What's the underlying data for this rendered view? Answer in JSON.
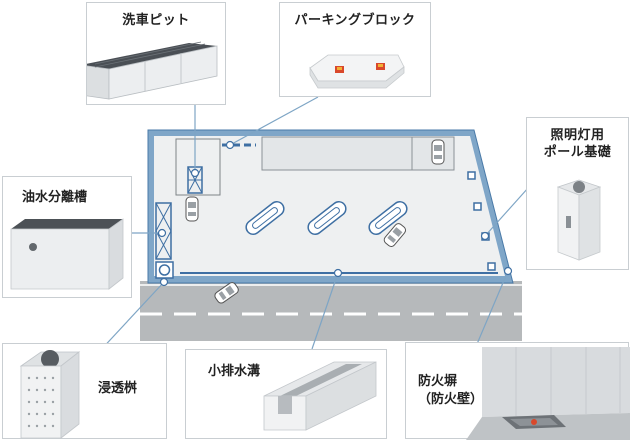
{
  "cards": {
    "car_wash_pit": "洗車ピット",
    "parking_block": "パーキングブロック",
    "light_pole_foundation": "照明灯用\nポール基礎",
    "oil_separator": "油水分離槽",
    "infiltration_basin": "浸透桝",
    "small_drainage": "小排水溝",
    "fire_wall": "防火塀\n（防火壁）"
  },
  "colors": {
    "site_fill": "#eef0f1",
    "site_border": "#7fa6c8",
    "site_border_inner": "#4a7aa8",
    "road": "#b6b9bb",
    "leader": "#7ea5c5",
    "equipment_blue": "#3e6fa3"
  }
}
